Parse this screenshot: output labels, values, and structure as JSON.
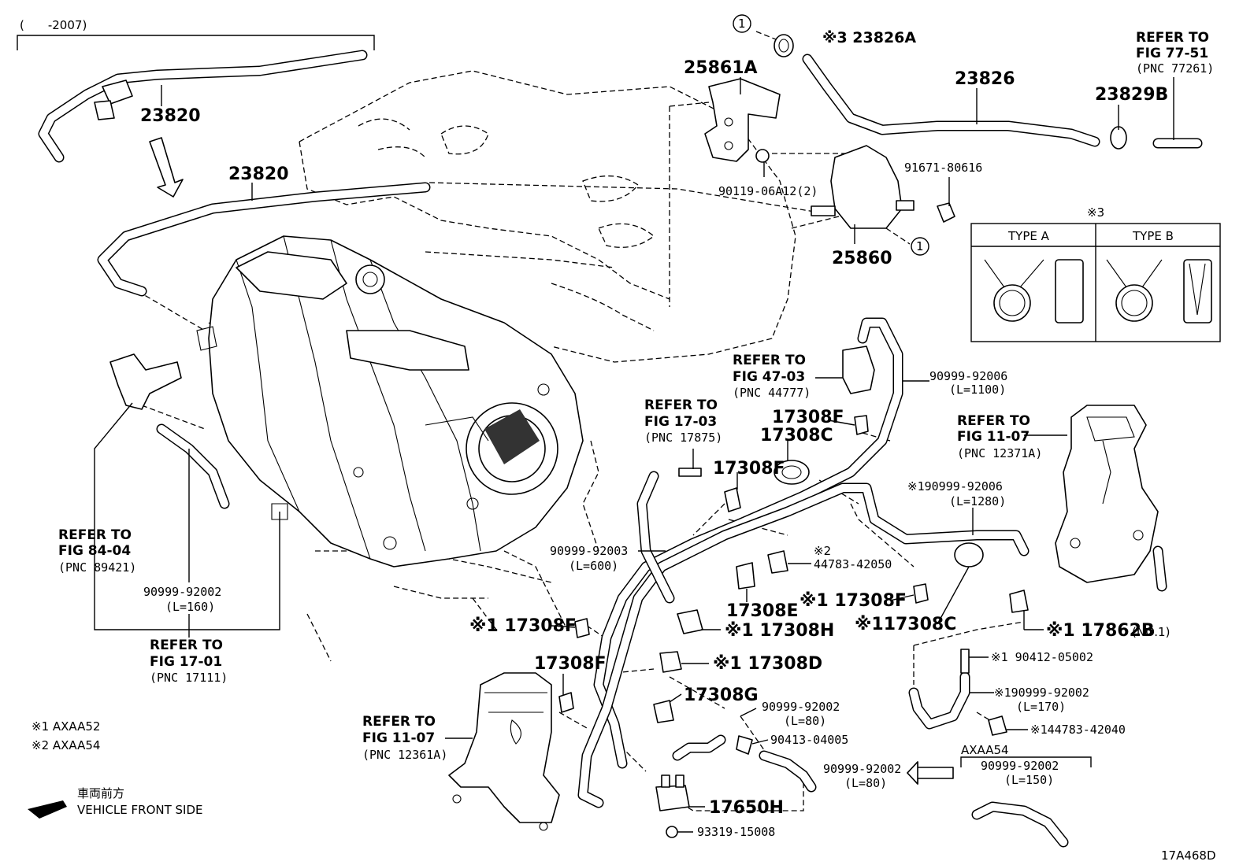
{
  "header": {
    "year_range": "(　　-2007)",
    "diagram_code": "17A468D"
  },
  "notes": {
    "note1": "※1 AXAA52",
    "note2": "※2 AXAA54",
    "front_jp": "車両前方",
    "front_en": "VEHICLE FRONT SIDE",
    "clip_type_mark": "※3",
    "type_a": "TYPE A",
    "type_b": "TYPE B",
    "axaa54": "AXAA54"
  },
  "parts": {
    "p23820_top": "23820",
    "p23820_mid": "23820",
    "p23826A": "※3 23826A",
    "p23826": "23826",
    "p23829B": "23829B",
    "p25861A": "25861A",
    "p25860": "25860",
    "p91671": "91671-80616",
    "p90119": "90119-06A12(2)",
    "p92006a": "90999-92006",
    "p92006a_len": "(L=1100)",
    "p17308F_a": "17308F",
    "p17308C_a": "17308C",
    "p17308F_b": "17308F",
    "p92006b": "※190999-92006",
    "p92006b_len": "(L=1280)",
    "p44783_42050_mark": "※2",
    "p44783_42050": "44783-42050",
    "p92003": "90999-92003",
    "p92003_len": "(L=600)",
    "p17308E": "17308E",
    "p17308F_c": "※1 17308F",
    "p17308C_b": "※117308C",
    "p17862B": "※1 17862B",
    "p17862B_no": "(NO.1)",
    "p17308H": "※1 17308H",
    "p17308F_d": "※1 17308F",
    "p17308F_e": "17308F",
    "p17308D": "※1 17308D",
    "p17308G": "17308G",
    "p90412": "※1 90412-05002",
    "p92002_170": "※190999-92002",
    "p92002_170_len": "(L=170)",
    "p44783_42040": "※144783-42040",
    "p92002_80a": "90999-92002",
    "p92002_80a_len": "(L=80)",
    "p90413": "90413-04005",
    "p92002_80b": "90999-92002",
    "p92002_80b_len": "(L=80)",
    "p92002_150": "90999-92002",
    "p92002_150_len": "(L=150)",
    "p17650H": "17650H",
    "p93319": "93319-15008",
    "p92002_160": "90999-92002",
    "p92002_160_len": "(L=160)",
    "callout_1": "1"
  },
  "refs": {
    "r77_51": [
      "REFER TO",
      "FIG 77-51",
      "(PNC 77261)"
    ],
    "r47_03": [
      "REFER TO",
      "FIG 47-03",
      "(PNC 44777)"
    ],
    "r17_03": [
      "REFER TO",
      "FIG 17-03",
      "(PNC 17875)"
    ],
    "r11_07a": [
      "REFER TO",
      "FIG 11-07",
      "(PNC 12371A)"
    ],
    "r84_04": [
      "REFER TO",
      "FIG 84-04",
      "(PNC 89421)"
    ],
    "r17_01": [
      "REFER TO",
      "FIG 17-01",
      "(PNC 17111)"
    ],
    "r11_07b": [
      "REFER TO",
      "FIG 11-07",
      "(PNC 12361A)"
    ]
  }
}
